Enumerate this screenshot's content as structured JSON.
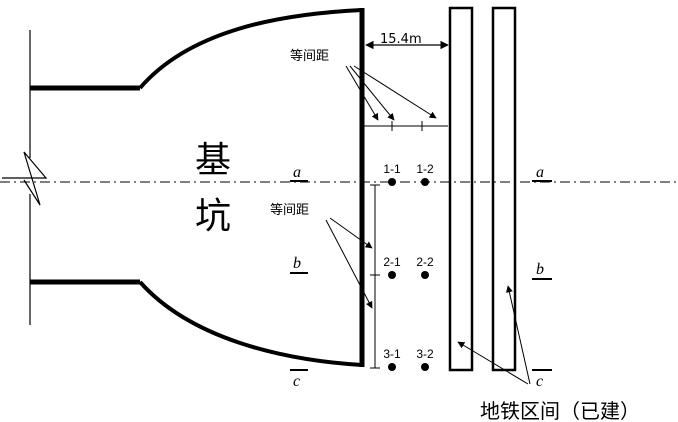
{
  "pit_label": [
    "基",
    "坑"
  ],
  "dimension_label": "15.4m",
  "equal_spacing_top": "等间距",
  "equal_spacing_left": "等间距",
  "section_labels": {
    "a": "a",
    "b": "b",
    "c": "c"
  },
  "monitoring_points": [
    {
      "row": 1,
      "col": 1,
      "label": "1-1"
    },
    {
      "row": 1,
      "col": 2,
      "label": "1-2"
    },
    {
      "row": 2,
      "col": 1,
      "label": "2-1"
    },
    {
      "row": 2,
      "col": 2,
      "label": "2-2"
    },
    {
      "row": 3,
      "col": 1,
      "label": "3-1"
    },
    {
      "row": 3,
      "col": 2,
      "label": "3-2"
    }
  ],
  "subway_label": "地铁区间（已建）"
}
